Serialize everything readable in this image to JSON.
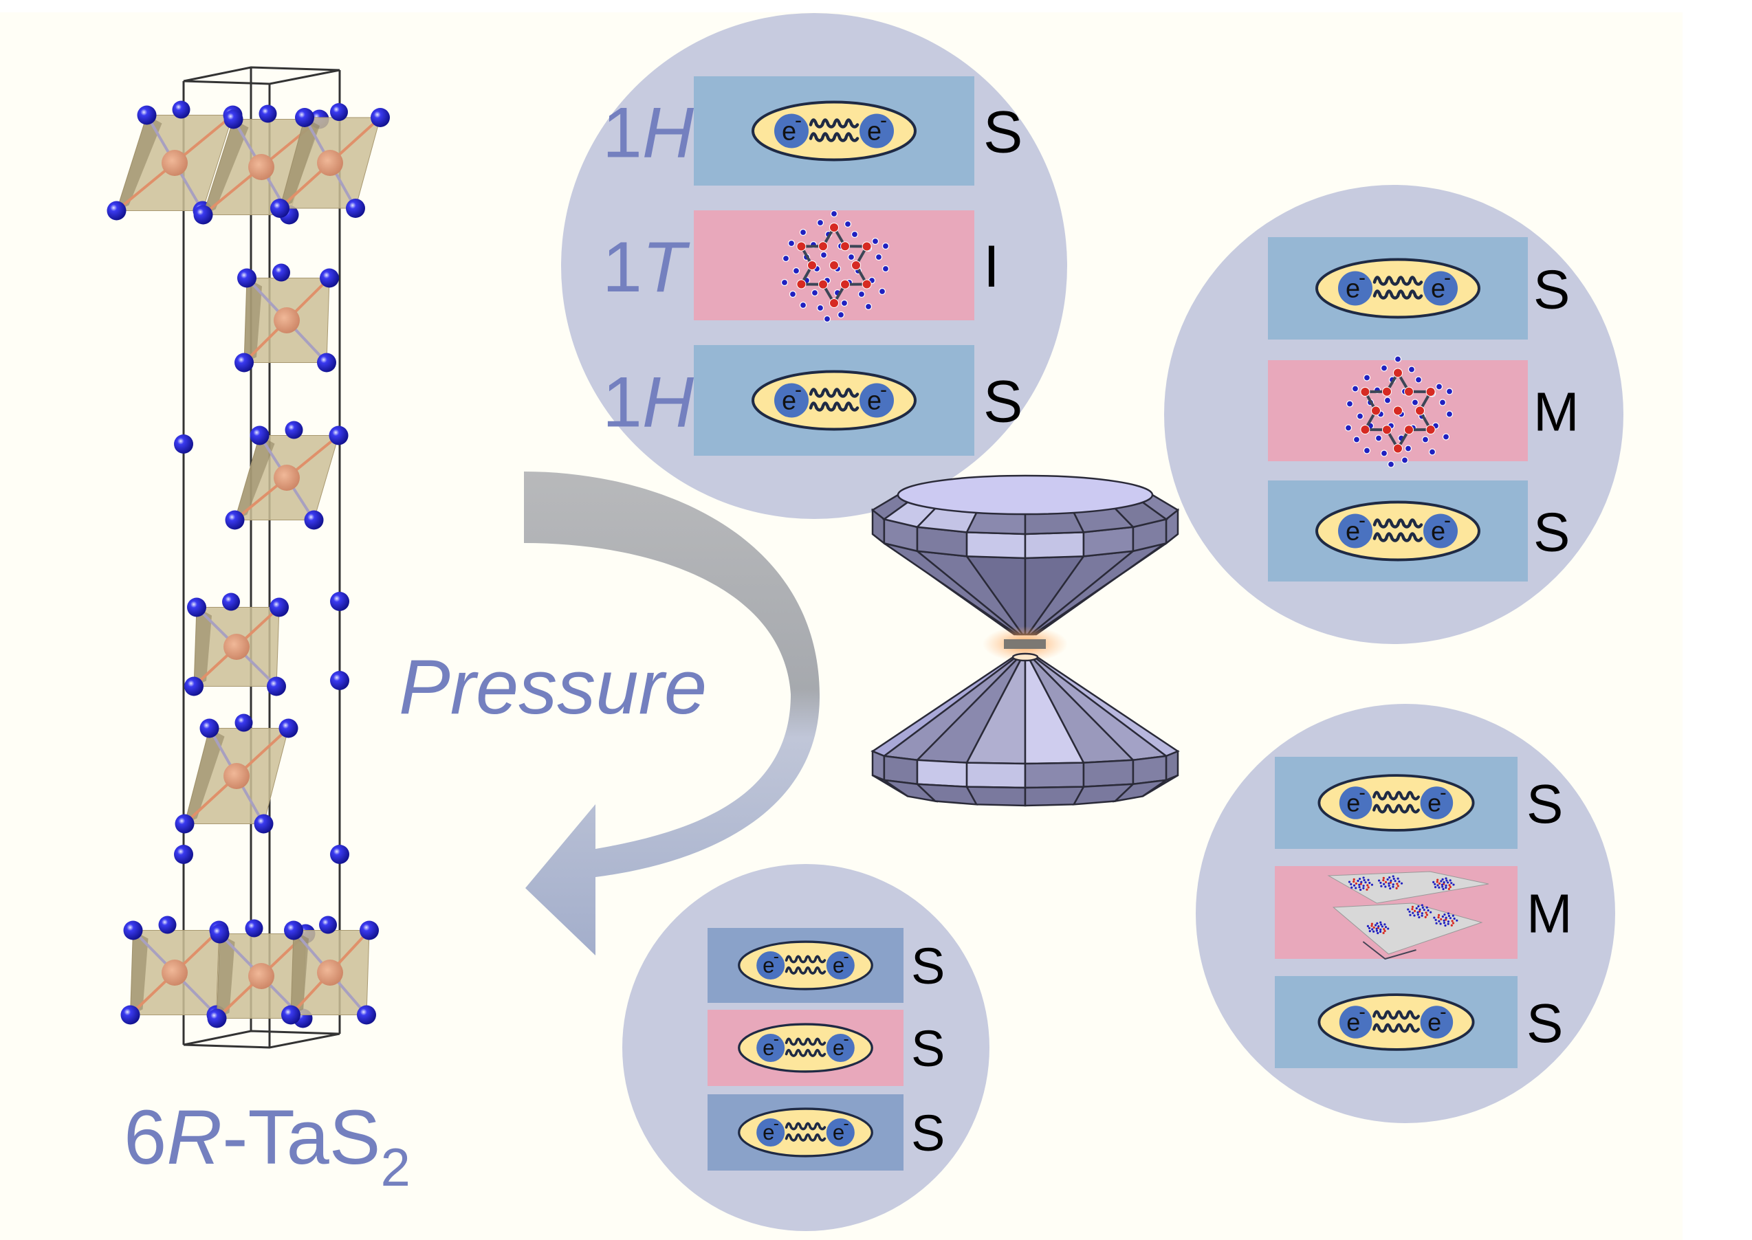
{
  "figure": {
    "colors": {
      "background": "#fffef6",
      "panel_circle": "#c7cbdf",
      "layer_H": "#96b7d4",
      "layer_H_dark": "#8aa2c9",
      "layer_T": "#e8a8bb",
      "accent_text": "#7480bf",
      "state_text": "#000000",
      "cooper_ellipse": "#fde69c",
      "electron": "#4a72c0",
      "cdw_red": "#d62a22",
      "cdw_blue": "#2020c0",
      "s_atom": "#1c1ccc",
      "ta_atom": "#d9906a",
      "octahedron": "#cdbf98",
      "arrow_top": "#b8b9bb",
      "arrow_bottom": "#a3aecb"
    },
    "compound_label": {
      "prefix": "6",
      "italic": "R",
      "middle": "-TaS",
      "subscript": "2"
    },
    "pressure_label": "Pressure",
    "electron_symbol": "e",
    "electron_charge": "-",
    "panels": [
      {
        "id": "ambient",
        "layers": [
          {
            "type_num": "1",
            "type_italic": "H",
            "kind": "cooper-pair",
            "state": "S"
          },
          {
            "type_num": "1",
            "type_italic": "T",
            "kind": "star-of-david",
            "state": "I"
          },
          {
            "type_num": "1",
            "type_italic": "H",
            "kind": "cooper-pair",
            "state": "S"
          }
        ]
      },
      {
        "id": "pressure-1",
        "layers": [
          {
            "kind": "cooper-pair",
            "state": "S"
          },
          {
            "kind": "star-of-david",
            "state": "M"
          },
          {
            "kind": "cooper-pair",
            "state": "S"
          }
        ]
      },
      {
        "id": "pressure-2",
        "layers": [
          {
            "kind": "cooper-pair",
            "state": "S"
          },
          {
            "kind": "cdw-domains",
            "state": "M"
          },
          {
            "kind": "cooper-pair",
            "state": "S"
          }
        ]
      },
      {
        "id": "pressure-3",
        "layers": [
          {
            "kind": "cooper-pair",
            "state": "S"
          },
          {
            "kind": "cooper-pair",
            "state": "S"
          },
          {
            "kind": "cooper-pair",
            "state": "S"
          }
        ]
      }
    ],
    "icons": {
      "crystal": "crystal-structure-icon",
      "anvil": "diamond-anvil-cell-icon",
      "arrow": "curved-arrow-icon"
    }
  }
}
